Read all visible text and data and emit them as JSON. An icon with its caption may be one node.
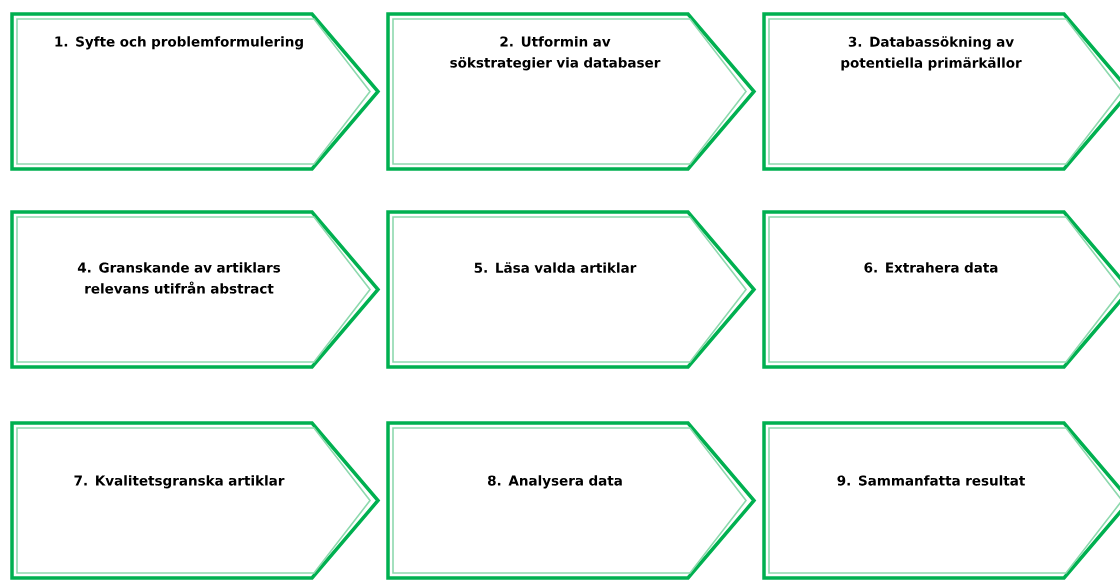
{
  "diagram": {
    "nodes": [
      {
        "text": [
          "1. Syfte och problemformulering"
        ]
      },
      {
        "text": [
          "2. Utformin av sökstrategier via databaser"
        ]
      },
      {
        "text": [
          "3. Databassökning av potentiella primärkällor"
        ]
      },
      {
        "text": [
          "4. Granskande av artiklars relevans utifrån abstract"
        ]
      },
      {
        "text": [
          "5. Läsa valda artiklar"
        ]
      },
      {
        "text": [
          "6. Extrahera data"
        ]
      },
      {
        "text": [
          "7. Kvalitetsgranska artiklar"
        ]
      },
      {
        "text": [
          "8. Analysera data"
        ]
      },
      {
        "text": [
          "9. Sammanfatta resultat"
        ]
      }
    ]
  }
}
